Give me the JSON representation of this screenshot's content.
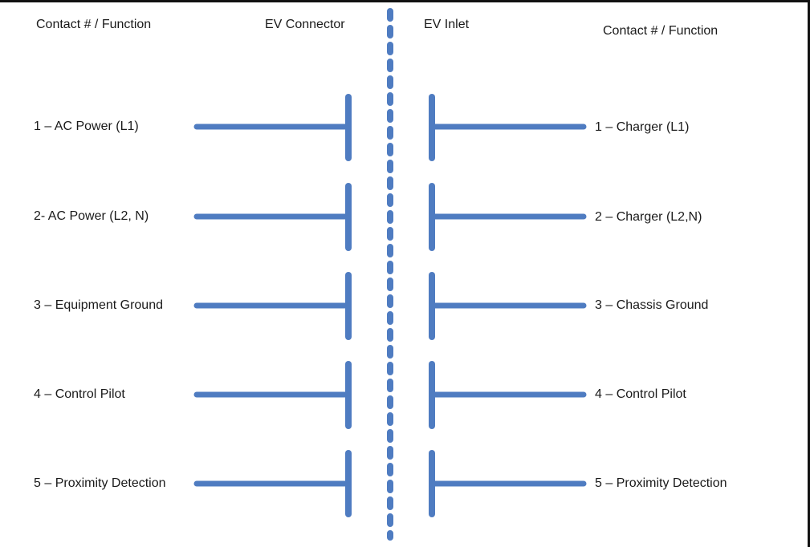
{
  "headers": {
    "left_function": "Contact # / Function",
    "connector": "EV Connector",
    "inlet": "EV Inlet",
    "right_function": "Contact # / Function"
  },
  "contacts": [
    {
      "left": "1 – AC Power (L1)",
      "right": "1 – Charger (L1)"
    },
    {
      "left": "2- AC Power (L2, N)",
      "right": "2 – Charger (L2,N)"
    },
    {
      "left": "3 – Equipment Ground",
      "right": "3 – Chassis Ground"
    },
    {
      "left": "4 – Control Pilot",
      "right": "4 – Control Pilot"
    },
    {
      "left": "5 – Proximity Detection",
      "right": "5 – Proximity Detection"
    }
  ],
  "colors": {
    "line": "#4f7cc1",
    "text": "#1a1a1a",
    "frame": "#111111"
  }
}
